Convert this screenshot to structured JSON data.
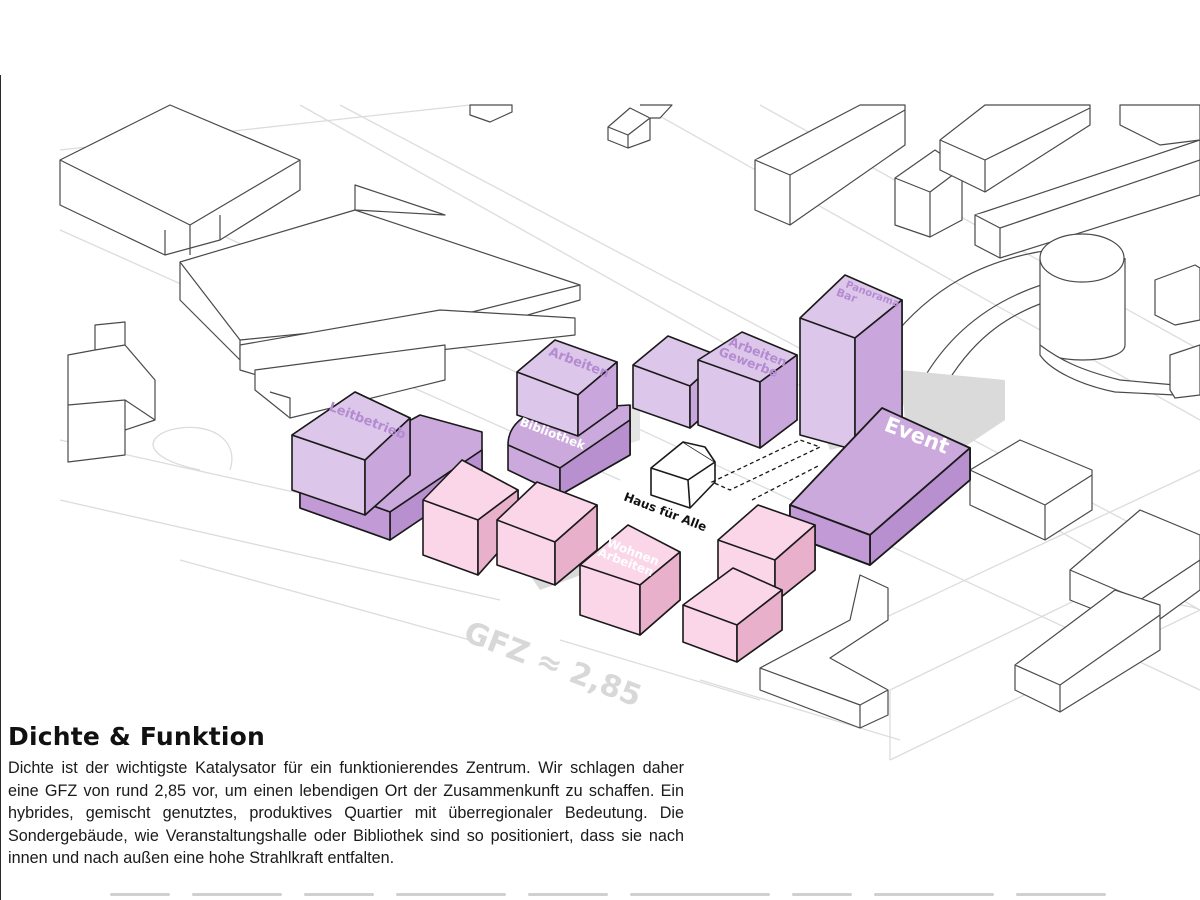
{
  "labels": {
    "leitbetrieb": "Leitbetrieb",
    "arbeiten": "Arbeiten",
    "bibliothek": "Bibliothek",
    "arbeiten_gewerbe": "Arbeiten\nGewerbe",
    "panorama_bar": "Panorama\nBar",
    "event": "Event",
    "wohnen_arbeiten": "Wohnen\nArbeiten",
    "haus_fuer_alle": "Haus für Alle",
    "gfz": "GFZ ≈ 2,85"
  },
  "caption": {
    "title": "Dichte & Funktion",
    "body": "Dichte ist der wichtigste Katalysator für ein funktionierendes Zentrum. Wir schlagen daher eine GFZ von rund 2,85 vor, um einen lebendigen Ort der Zusammenkunft zu schaffen. Ein hybrides, gemischt genutztes, produktives Quartier mit überregionaler Bedeutung. Die Sondergebäude, wie Veranstaltungshalle oder Bibliothek sind so positioniert, dass sie nach innen und nach außen eine hohe Strahlkraft entfalten."
  },
  "colors": {
    "purple_light": "#dcc6ea",
    "purple_mid": "#cba9dc",
    "purple_dark": "#b88fcf",
    "pink_light": "#fbd6e8",
    "pink_mid": "#f4c2da",
    "pink_dark": "#e9b0cb",
    "label_purple": "#b48ad0",
    "context_stroke": "#4a4a4a",
    "road_line": "#d8d8d8"
  }
}
